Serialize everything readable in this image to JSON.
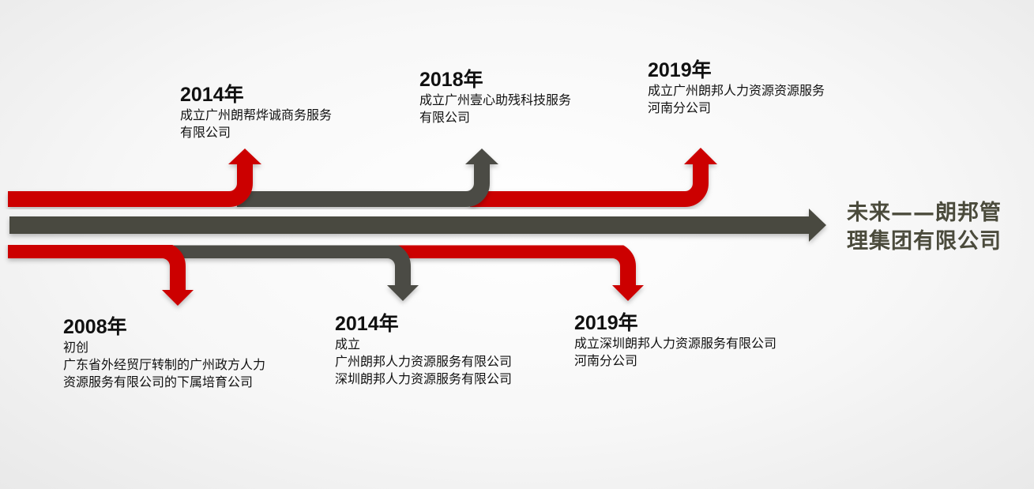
{
  "colors": {
    "red": "#cc0000",
    "gray": "#4c4c44",
    "main_arrow": "#4a4a40",
    "text": "#111111",
    "future_text": "#4b4b3c"
  },
  "events_top": [
    {
      "year": "2014年",
      "lines": [
        "成立广州朗帮烨诚商务服务",
        "有限公司"
      ],
      "color": "red"
    },
    {
      "year": "2018年",
      "lines": [
        "成立广州壹心助残科技服务",
        "有限公司"
      ],
      "color": "gray"
    },
    {
      "year": "2019年",
      "lines": [
        "成立广州朗邦人力资源资源服务",
        "河南分公司"
      ],
      "color": "red"
    }
  ],
  "events_bottom": [
    {
      "year": "2008年",
      "lines": [
        "初创",
        "广东省外经贸厅转制的广州政方人力",
        "资源服务有限公司的下属培育公司"
      ],
      "color": "red"
    },
    {
      "year": "2014年",
      "lines": [
        "成立",
        "广州朗邦人力资源服务有限公司",
        "深圳朗邦人力资源服务有限公司"
      ],
      "color": "gray"
    },
    {
      "year": "2019年",
      "lines": [
        "成立深圳朗邦人力资源服务有限公司",
        "河南分公司"
      ],
      "color": "red"
    }
  ],
  "future": {
    "label": "未来——朗邦管理集团有限公司"
  }
}
